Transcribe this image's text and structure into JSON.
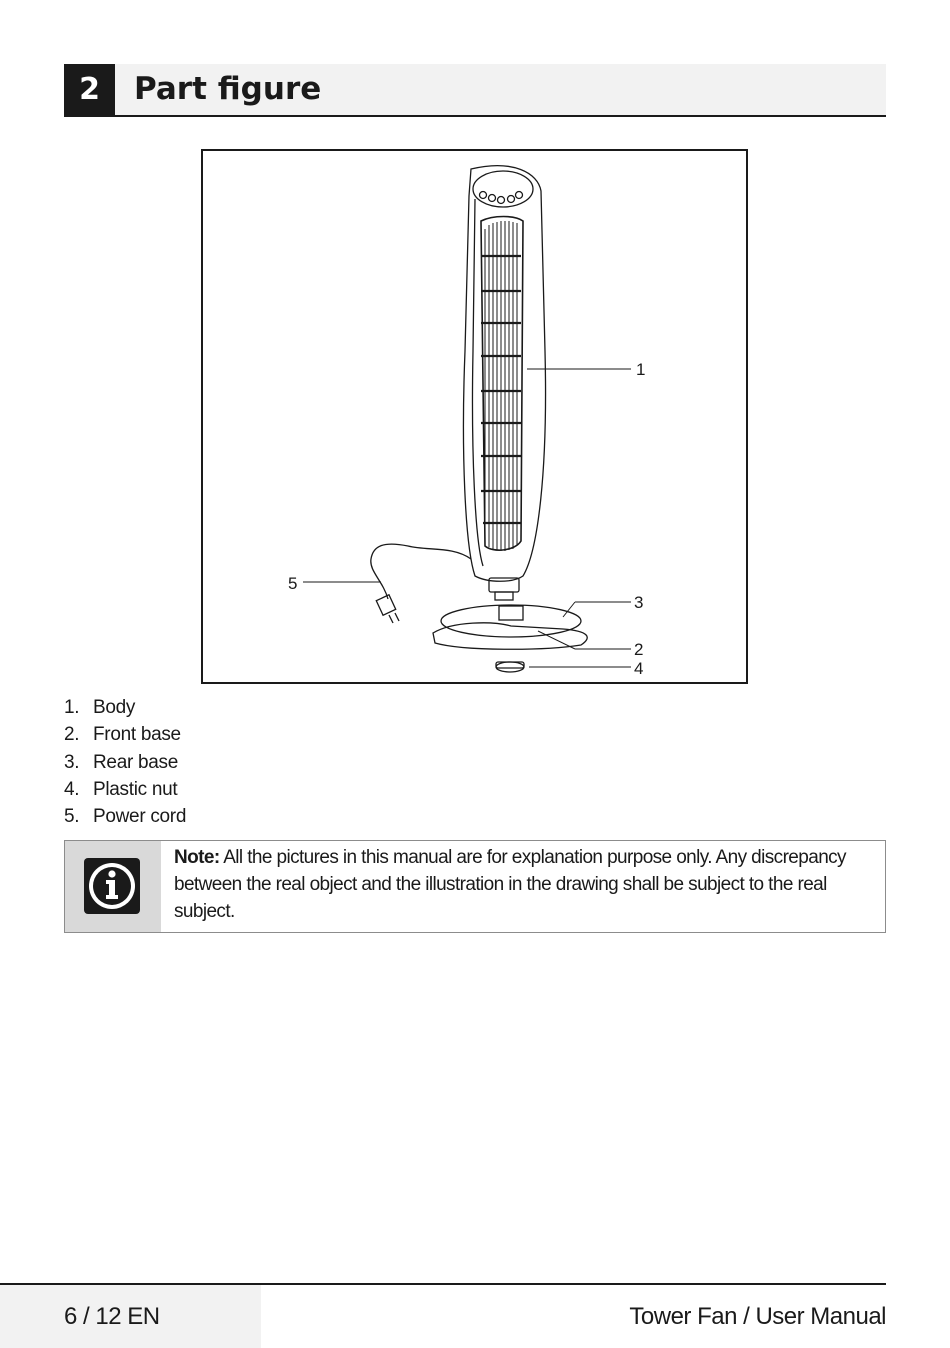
{
  "section": {
    "number": "2",
    "title": "Part figure"
  },
  "figure": {
    "callouts": [
      "1",
      "2",
      "3",
      "4",
      "5"
    ]
  },
  "parts": [
    {
      "num": "1.",
      "label": "Body"
    },
    {
      "num": "2.",
      "label": "Front base"
    },
    {
      "num": "3.",
      "label": "Rear base"
    },
    {
      "num": "4.",
      "label": "Plastic nut"
    },
    {
      "num": "5.",
      "label": "Power cord"
    }
  ],
  "note": {
    "icon": "info-icon",
    "prefix": "Note:",
    "text": "All the pictures in this manual are for explanation purpose only. Any discrepancy between the real object and the illustration in the drawing shall be subject to the real subject."
  },
  "footer": {
    "page": "6 / 12 EN",
    "doc_title": "Tower Fan / User Manual"
  }
}
